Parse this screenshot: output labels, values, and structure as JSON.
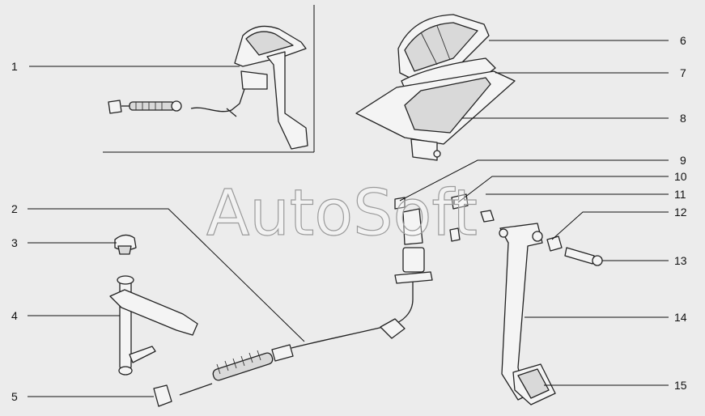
{
  "watermark": "AutoSoft",
  "callouts": [
    {
      "id": "1",
      "text": "1"
    },
    {
      "id": "2",
      "text": "2"
    },
    {
      "id": "3",
      "text": "3"
    },
    {
      "id": "4",
      "text": "4"
    },
    {
      "id": "5",
      "text": "5"
    },
    {
      "id": "6",
      "text": "6"
    },
    {
      "id": "7",
      "text": "7"
    },
    {
      "id": "8",
      "text": "8"
    },
    {
      "id": "9",
      "text": "9"
    },
    {
      "id": "10",
      "text": "10"
    },
    {
      "id": "11",
      "text": "11"
    },
    {
      "id": "12",
      "text": "12"
    },
    {
      "id": "13",
      "text": "13"
    },
    {
      "id": "14",
      "text": "14"
    },
    {
      "id": "15",
      "text": "15"
    }
  ],
  "colors": {
    "background": "#ececec",
    "line": "#111111"
  }
}
